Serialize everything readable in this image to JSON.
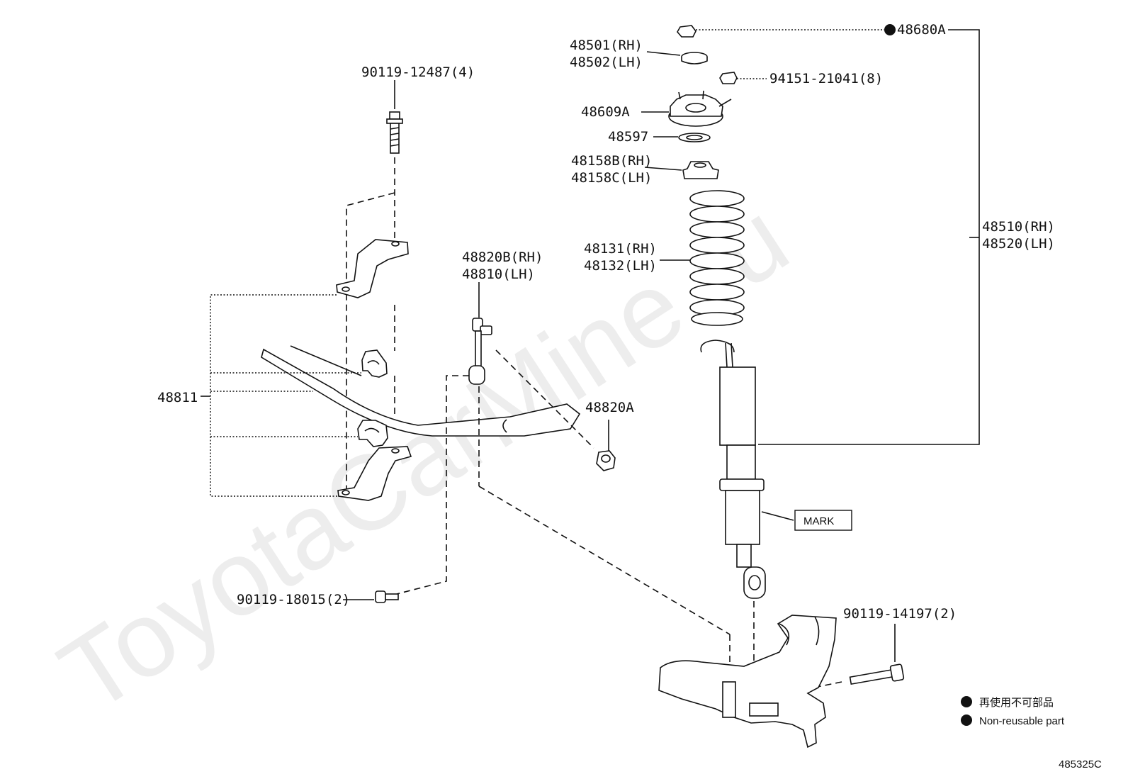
{
  "watermark": "ToyotaCarMine.ru",
  "callouts": {
    "bolt_top": "90119-12487(4)",
    "insulator_rh": "48501(RH)",
    "insulator_lh": "48502(LH)",
    "nut_top": "48680A",
    "nut_94151": "94151-21041(8)",
    "support": "48609A",
    "bearing": "48597",
    "spring_insulator_rh": "48158B(RH)",
    "spring_insulator_lh": "48158C(LH)",
    "spring_rh": "48131(RH)",
    "spring_lh": "48132(LH)",
    "link_rh": "48820B(RH)",
    "link_lh": "48810(LH)",
    "absorber_rh": "48510(RH)",
    "absorber_lh": "48520(LH)",
    "stabilizer": "48811",
    "link_nut": "48820A",
    "mark": "MARK",
    "bolt_bottom": "90119-18015(2)",
    "bolt_arm": "90119-14197(2)"
  },
  "legend": {
    "jp": "再使用不可部品",
    "en": "Non-reusable part"
  },
  "diagram_code": "485325C"
}
